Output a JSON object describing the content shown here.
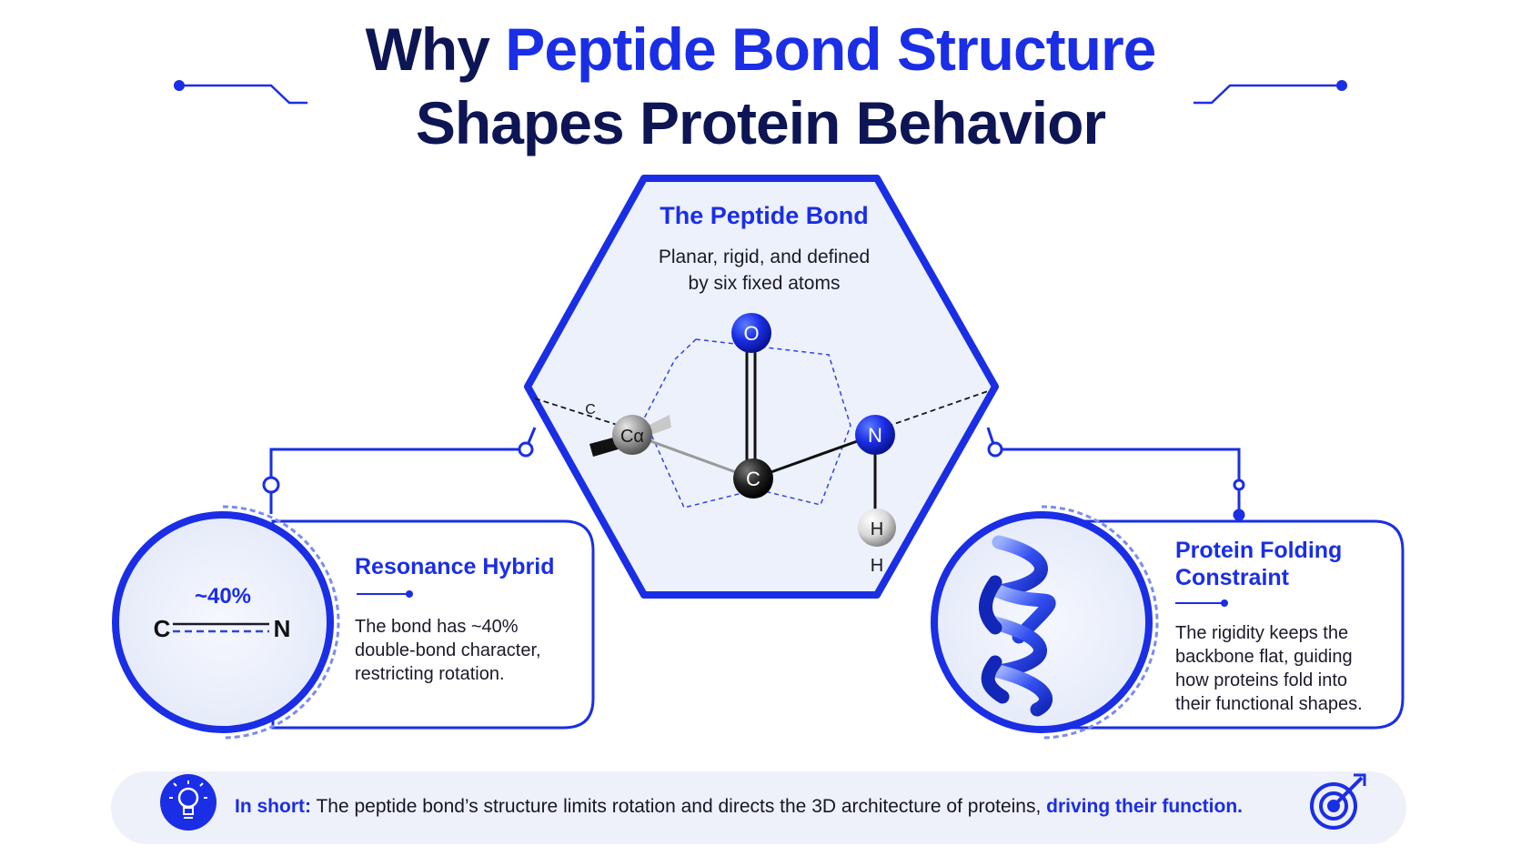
{
  "title": {
    "line1_prefix": "Why",
    "line1_accent": "Peptide Bond Structure",
    "line2": "Shapes Protein Behavior"
  },
  "center": {
    "title": "The Peptide Bond",
    "subtitle_line1": "Planar, rigid, and defined",
    "subtitle_line2": "by six fixed atoms",
    "atoms": {
      "oxygen": "O",
      "carbon": "C",
      "nitrogen": "N",
      "alpha_carbon": "Cα",
      "hydrogen_1": "H",
      "hydrogen_2": "H",
      "partial_label": "C"
    }
  },
  "left_card": {
    "badge_percent": "~40%",
    "bond_left": "C",
    "bond_right": "N",
    "title": "Resonance Hybrid",
    "body_line1": "The bond has ~40%",
    "body_line2": "double-bond character,",
    "body_line3": "restricting rotation."
  },
  "right_card": {
    "title_line1": "Protein Folding",
    "title_line2": "Constraint",
    "body_line1": "The rigidity keeps the",
    "body_line2": "backbone flat, guiding",
    "body_line3": "how proteins fold into",
    "body_line4": "their functional shapes."
  },
  "footer": {
    "lead": "In short:",
    "text": " The peptide bond’s structure limits rotation and directs the 3D architecture of proteins, ",
    "emphasis": "driving their function."
  },
  "colors": {
    "navy": "#0d1554",
    "accent_blue": "#1a2ee6",
    "light_panel": "#eef1fb",
    "footer_bg": "#eef0fa"
  },
  "icons": {
    "footer_left": "lightbulb-icon",
    "footer_right": "target-icon",
    "right_circle": "protein-helix-icon"
  }
}
